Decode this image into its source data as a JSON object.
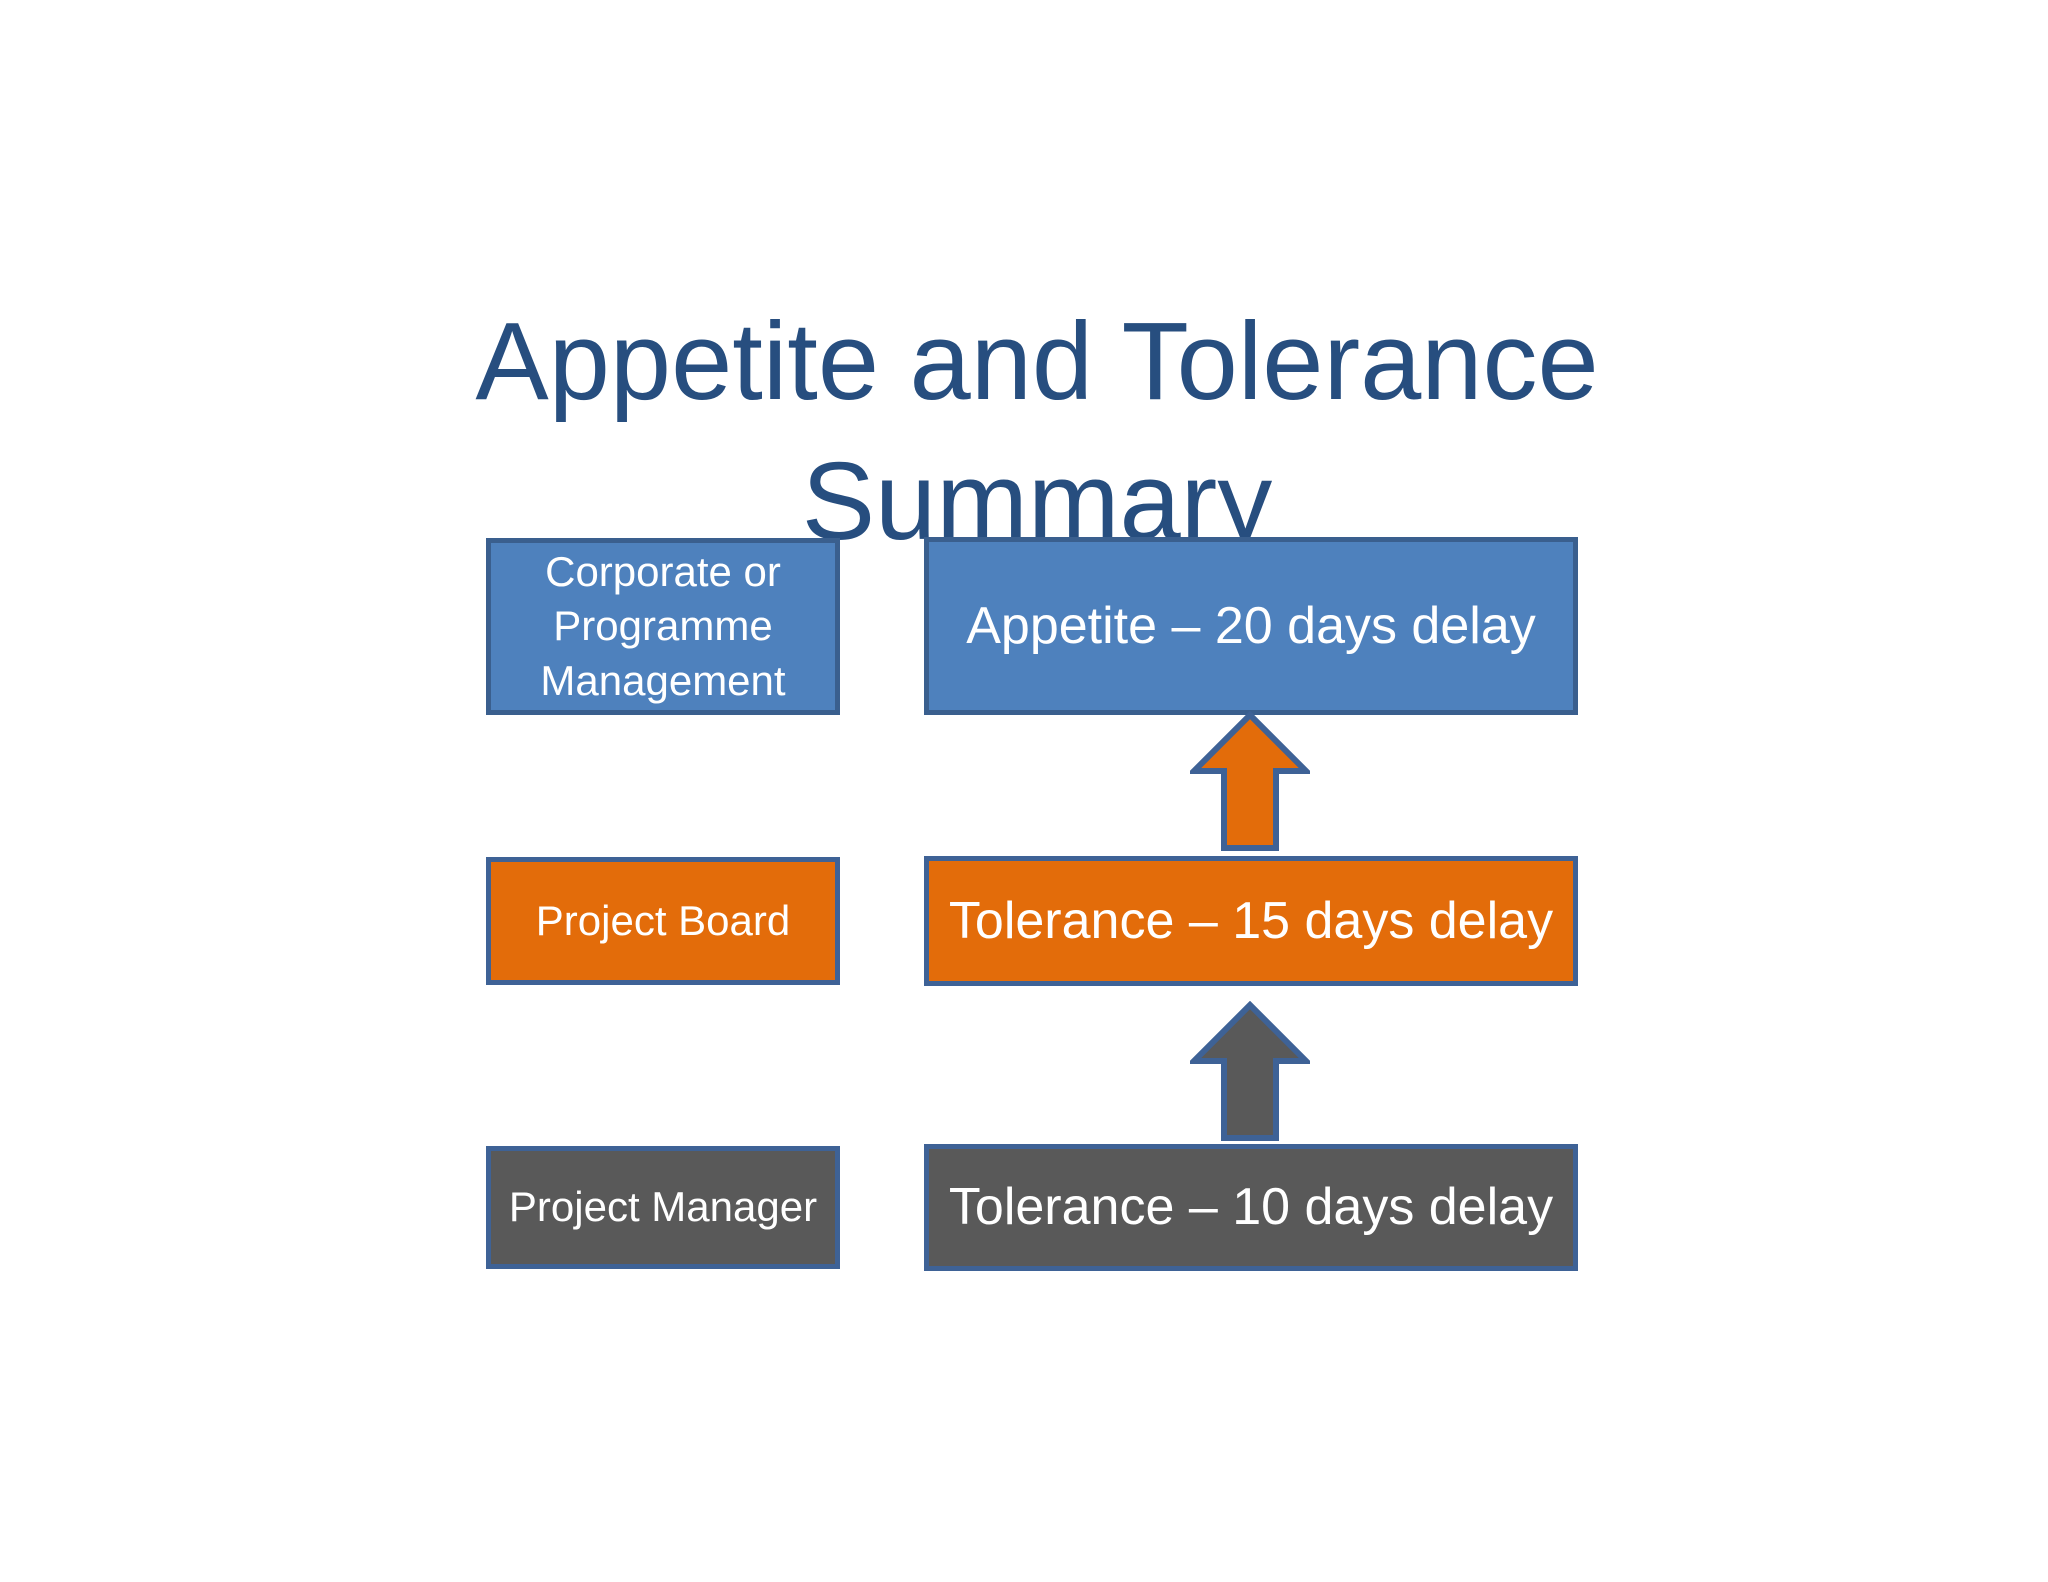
{
  "title": {
    "line1": "Appetite and Tolerance",
    "line2": "Summary",
    "color": "#274E7F"
  },
  "colors": {
    "background": "#FFFFFF",
    "box_text": "#FFFFFF",
    "blue_fill": "#4E81BD",
    "blue_border": "#3A5F8E",
    "orange_fill": "#E36C0A",
    "gray_fill": "#595959",
    "steel_border": "#3E6296"
  },
  "rows": [
    {
      "role_label": "Corporate or\nProgramme\nManagement",
      "value_label": "Appetite – 20 days delay",
      "fill": "#4E81BD",
      "border": "#3A5F8E"
    },
    {
      "role_label": "Project Board",
      "value_label": "Tolerance – 15 days delay",
      "fill": "#E36C0A",
      "border": "#3E6296"
    },
    {
      "role_label": "Project Manager",
      "value_label": "Tolerance – 10 days delay",
      "fill": "#595959",
      "border": "#3E6296"
    }
  ],
  "arrows": [
    {
      "direction": "up",
      "fill": "#E36C0A",
      "border": "#3E6296"
    },
    {
      "direction": "up",
      "fill": "#595959",
      "border": "#3E6296"
    }
  ]
}
